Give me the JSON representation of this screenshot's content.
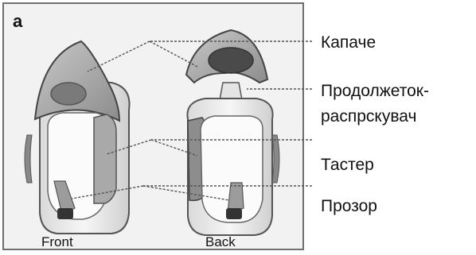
{
  "figure": {
    "panel_label": "a",
    "captions": {
      "front": "Front",
      "back": "Back"
    },
    "callouts": {
      "cap": "Капаче",
      "spray_line1": "Продолжеток-",
      "spray_line2": "распрскувач",
      "button": "Тастер",
      "window": "Прозор"
    }
  }
}
